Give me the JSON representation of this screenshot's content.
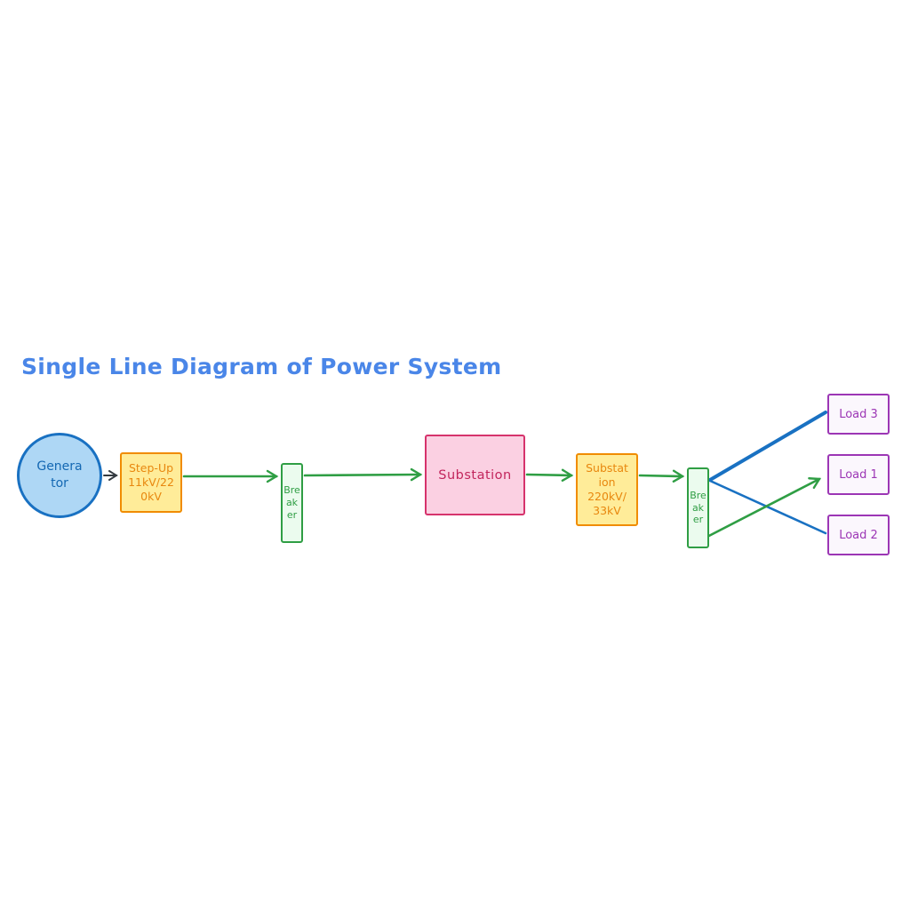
{
  "title": "Single Line Diagram of Power System",
  "nodes": {
    "generator": {
      "label": "Genera tor",
      "shape": "circle"
    },
    "stepup_transformer": {
      "label": "Step-Up 11kV/22 0kV",
      "shape": "rectangle"
    },
    "breaker_1": {
      "label": "Breaker",
      "shape": "rectangle"
    },
    "substation": {
      "label": "Substation",
      "shape": "rectangle"
    },
    "substation_transformer": {
      "label": "Substat ion 220kV/ 33kV",
      "shape": "rectangle"
    },
    "breaker_2": {
      "label": "Breaker",
      "shape": "rectangle"
    },
    "load_3": {
      "label": "Load 3",
      "shape": "rectangle"
    },
    "load_1": {
      "label": "Load 1",
      "shape": "rectangle"
    },
    "load_2": {
      "label": "Load 2",
      "shape": "rectangle"
    }
  },
  "connections": [
    {
      "from": "generator",
      "to": "stepup_transformer",
      "style": "dark-arrow"
    },
    {
      "from": "stepup_transformer",
      "to": "breaker_1",
      "style": "green-arrow"
    },
    {
      "from": "breaker_1",
      "to": "substation",
      "style": "green-arrow"
    },
    {
      "from": "substation",
      "to": "substation_transformer",
      "style": "green-arrow"
    },
    {
      "from": "substation_transformer",
      "to": "breaker_2",
      "style": "green-arrow"
    },
    {
      "from": "breaker_2",
      "to": "load_3",
      "style": "blue-line"
    },
    {
      "from": "breaker_2",
      "to": "load_1",
      "style": "green-arrow"
    },
    {
      "from": "breaker_2",
      "to": "load_2",
      "style": "blue-line"
    }
  ],
  "colors": {
    "title_text": "#4a86e8",
    "generator_stroke": "#1971c2",
    "generator_fill": "#aed7f5",
    "transformer_stroke": "#f08c00",
    "transformer_fill": "#ffec99",
    "breaker_stroke": "#2f9e44",
    "breaker_fill": "#ebfbee",
    "substation_stroke": "#d6336c",
    "substation_fill": "#fbd0e2",
    "load_stroke": "#9c36b5",
    "load_fill": "#fbf7fd",
    "flow_arrow": "#2f9e44",
    "feeder_line": "#1971c2",
    "generator_arrow": "#343a40"
  }
}
